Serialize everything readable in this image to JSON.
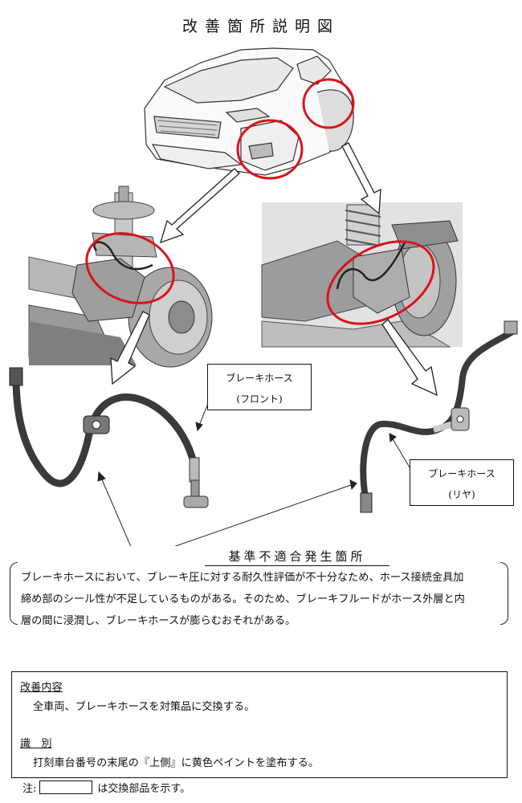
{
  "title": "改善箇所説明図",
  "labels": {
    "front_hose_line1": "ブレーキホース",
    "front_hose_line2": "(フロント)",
    "rear_hose_line1": "ブレーキホース",
    "rear_hose_line2": "(リヤ)"
  },
  "nonconformity": {
    "heading": "基準不適合発生箇所",
    "lines": [
      "ブレーキホースにおいて、ブレーキ圧に対する耐久性評価が不十分なため、ホース接続金具加",
      "締め部のシール性が不足しているものがある。そのため、ブレーキフルードがホース外層と内",
      "層の間に浸潤し、ブレーキホースが膨らむおそれがある。"
    ]
  },
  "improvement": {
    "heading": "改善内容",
    "text": "全車両、ブレーキホースを対策品に交換する。"
  },
  "identification": {
    "heading": "識　別",
    "text": "打刻車台番号の末尾の『上側』に黄色ペイントを塗布する。"
  },
  "note": {
    "prefix": "注:",
    "suffix": "は交換部品を示す。"
  },
  "colors": {
    "highlight_circle": "#d8141a",
    "hose": "#3a3a3a"
  }
}
